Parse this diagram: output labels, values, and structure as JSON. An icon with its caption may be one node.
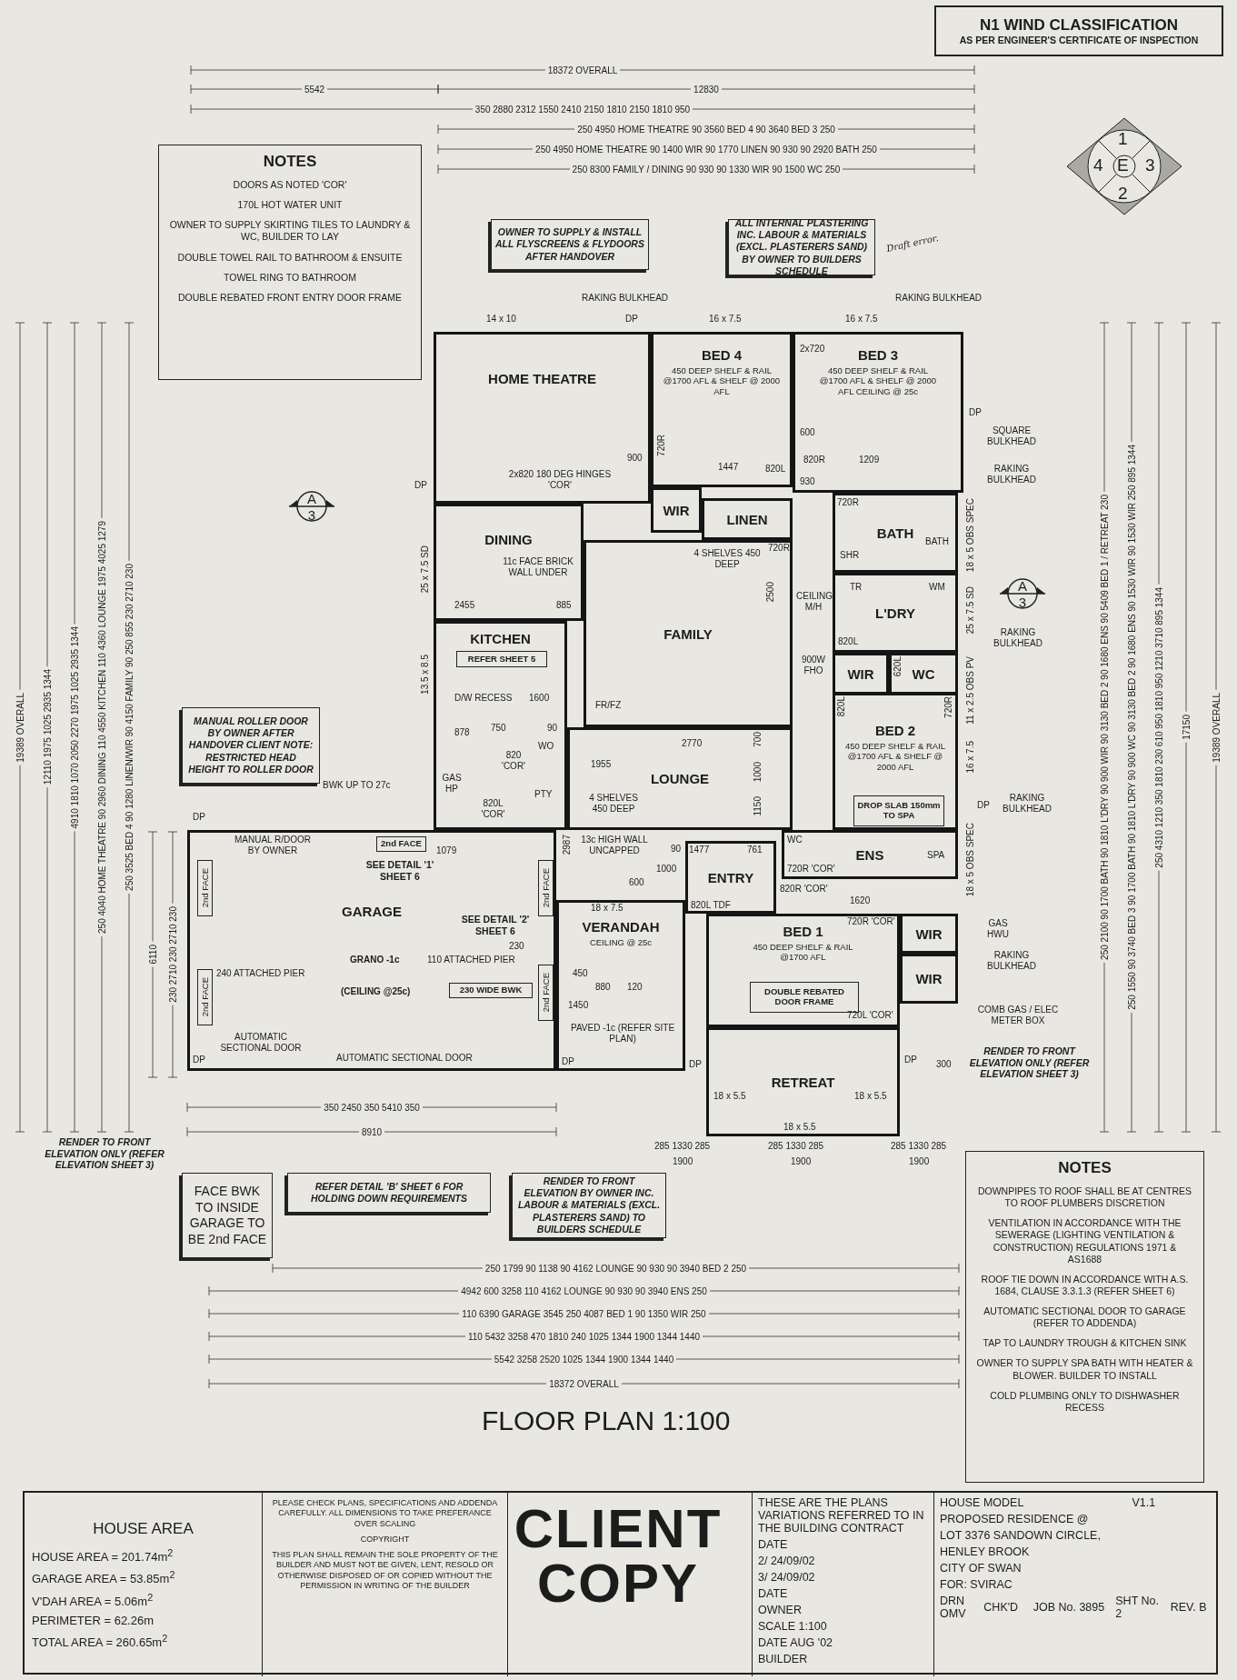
{
  "diagram": {
    "title": "FLOOR PLAN 1:100",
    "nodes": [
      {
        "text": [
          "NOTES",
          "DOORS AS NOTED 'COR'",
          "170L HOT WATER UNIT",
          "OWNER TO SUPPLY SKIRTING TILES TO LAUNDRY & WC, BUILDER TO LAY",
          "DOUBLE TOWEL RAIL TO BATHROOM & ENSUITE",
          "TOWEL RING TO BATHROOM",
          "DOUBLE REBATED FRONT ENTRY DOOR FRAME"
        ]
      },
      {
        "text": [
          "N1 WIND CLASSIFICATION",
          "AS PER ENGINEER'S CERTIFICATE OF INSPECTION"
        ]
      },
      {
        "text": [
          "1",
          "4",
          "E",
          "3",
          "2"
        ]
      },
      {
        "text": [
          "OWNER TO SUPPLY & INSTALL ALL FLYSCREENS & FLYDOORS AFTER HANDOVER"
        ]
      },
      {
        "text": [
          "ALL INTERNAL PLASTERING INC. LABOUR & MATERIALS (EXCL. PLASTERERS SAND) BY OWNER TO BUILDERS SCHEDULE"
        ]
      },
      {
        "text": [
          "A",
          "3"
        ]
      },
      {
        "text": [
          "HOME THEATRE"
        ]
      },
      {
        "text": [
          "BED 4",
          "450 DEEP SHELF & RAIL @1700 AFL & SHELF @ 2000 AFL"
        ]
      },
      {
        "text": [
          "BED 3",
          "450 DEEP SHELF & RAIL @1700 AFL & SHELF @ 2000 AFL CEILING @ 25c"
        ]
      },
      {
        "text": [
          "WIR"
        ]
      },
      {
        "text": [
          "LINEN"
        ]
      },
      {
        "text": [
          "BATH"
        ]
      },
      {
        "text": [
          "DINING"
        ]
      },
      {
        "text": [
          "FAMILY"
        ]
      },
      {
        "text": [
          "KITCHEN"
        ]
      },
      {
        "text": [
          "REFER SHEET 5"
        ],
        "in": 14
      },
      {
        "text": [
          "L'DRY"
        ]
      },
      {
        "text": [
          "A",
          "3"
        ]
      },
      {
        "text": [
          "WIR"
        ]
      },
      {
        "text": [
          "WC"
        ]
      },
      {
        "text": [
          "BED 2",
          "450 DEEP SHELF & RAIL @1700 AFL & SHELF @ 2000 AFL"
        ]
      },
      {
        "text": [
          "DROP SLAB 150mm TO SPA"
        ],
        "in": 20
      },
      {
        "text": [
          "LOUNGE"
        ]
      },
      {
        "text": [
          "MANUAL ROLLER DOOR BY OWNER AFTER HANDOVER CLIENT NOTE: RESTRICTED HEAD HEIGHT TO ROLLER DOOR"
        ]
      },
      {
        "text": [
          "GARAGE"
        ]
      },
      {
        "text": [
          "2nd FACE"
        ],
        "in": 24
      },
      {
        "text": [
          "2nd FACE"
        ],
        "in": 24
      },
      {
        "text": [
          "2nd FACE"
        ],
        "in": 24
      },
      {
        "text": [
          "2nd FACE"
        ],
        "in": 24
      },
      {
        "text": [
          "2nd FACE"
        ],
        "in": 24
      },
      {
        "text": [
          "230 WIDE BWK"
        ],
        "in": 24
      },
      {
        "text": [
          "ENS"
        ]
      },
      {
        "text": [
          "ENTRY"
        ]
      },
      {
        "text": [
          "VERANDAH",
          "CEILING @ 25c"
        ]
      },
      {
        "text": [
          "BED 1",
          "450 DEEP SHELF & RAIL @1700 AFL"
        ]
      },
      {
        "text": [
          "DOUBLE REBATED DOOR FRAME"
        ],
        "in": 34
      },
      {
        "text": [
          "WIR"
        ]
      },
      {
        "text": [
          "WIR"
        ]
      },
      {
        "text": [
          "RETREAT"
        ]
      },
      {
        "text": [
          "FACE BWK TO INSIDE GARAGE TO BE 2nd FACE"
        ]
      },
      {
        "text": [
          "REFER DETAIL 'B' SHEET 6 FOR HOLDING DOWN REQUIREMENTS"
        ]
      },
      {
        "text": [
          "RENDER TO FRONT ELEVATION BY OWNER INC. LABOUR & MATERIALS (EXCL. PLASTERERS SAND) TO BUILDERS SCHEDULE"
        ]
      },
      {
        "text": [
          "NOTES",
          "DOWNPIPES TO ROOF SHALL BE AT CENTRES TO ROOF PLUMBERS DISCRETION",
          "VENTILATION IN ACCORDANCE WITH THE SEWERAGE (LIGHTING VENTILATION & CONSTRUCTION) REGULATIONS 1971 & AS1688",
          "ROOF TIE DOWN IN ACCORDANCE WITH A.S. 1684, CLAUSE 3.3.1.3 (REFER SHEET 6)",
          "AUTOMATIC SECTIONAL DOOR TO GARAGE (REFER TO ADDENDA)",
          "TAP TO LAUNDRY TROUGH & KITCHEN SINK",
          "OWNER TO SUPPLY SPA BATH WITH HEATER & BLOWER. BUILDER TO INSTALL",
          "COLD PLUMBING ONLY TO DISHWASHER RECESS"
        ]
      },
      {
        "text": [],
        "shape": "box"
      },
      {
        "text": [
          "HOUSE AREA",
          "HOUSE AREA = 201.74m$^{2}$",
          "GARAGE AREA = 53.85m$^{2}$",
          "V'DAH AREA = 5.06m$^{2}$",
          "PERIMETER = 62.26m",
          "TOTAL AREA = 260.65m$^{2}$"
        ],
        "in": 43
      },
      {
        "text": [
          "PLEASE CHECK PLANS, SPECIFICATIONS AND ADDENDA CAREFULLY. ALL DIMENSIONS TO TAKE PREFERANCE OVER SCALING",
          "COPYRIGHT",
          "THIS PLAN SHALL REMAIN THE SOLE PROPERTY OF THE BUILDER AND MUST NOT BE GIVEN, LENT, RESOLD OR OTHERWISE DISPOSED OF OR COPIED WITHOUT THE PERMISSION IN WRITING OF THE BUILDER"
        ],
        "in": 43
      },
      {
        "text": [
          "THESE ARE THE PLANS VARIATIONS REFERRED TO IN THE BUILDING CONTRACT",
          "DATE",
          "2/ 24/09/02",
          "3/ 24/09/02",
          "DATE",
          "OWNER",
          "SCALE 1:100",
          "DATE AUG '02",
          "BUILDER"
        ],
        "in": 43
      },
      {
        "text": [
          "HOUSE MODEL",
          "V1.1",
          "PROPOSED RESIDENCE @",
          "LOT 3376 SANDOWN CIRCLE,",
          "HENLEY BROOK",
          "CITY OF SWAN",
          "FOR: SVIRAC",
          "DRN OMV",
          "CHK'D",
          "JOB No. 3895",
          "SHT No. 2",
          "REV. B"
        ],
        "in": 43
      }
    ],
    "labels": [
      "18372 OVERALL",
      "5542",
      "12830",
      "350 2880 2312 1550 2410 2150 1810 2150 1810 950",
      "250 4950 HOME THEATRE 90 3560 BED 4 90 3640 BED 3 250",
      "250 4950 HOME THEATRE 90 1400 WIR 90 1770 LINEN 90 930 90 2920 BATH 250",
      "250 8300 FAMILY / DINING 90 930 90 1330 WIR 90 1500 WC 250",
      "Draft error.",
      "RAKING BULKHEAD",
      "14 x 10",
      "DP",
      "16 x 7.5",
      "RAKING BULKHEAD",
      "16 x 7.5",
      "DP",
      "2x820 180 DEG HINGES 'COR'",
      "900",
      "1447",
      "720R",
      "820L",
      "2x720",
      "600",
      "820R",
      "1209",
      "930",
      "DP",
      "SQUARE BULKHEAD",
      "RAKING BULKHEAD",
      "18 x 5 OBS SPEC",
      "720R",
      "SHR",
      "BATH",
      "720R",
      "4 SHELVES 450 DEEP",
      "11c FACE BRICK WALL UNDER",
      "2455",
      "885",
      "2500",
      "CEILING M/H",
      "900W FHO",
      "D/W RECESS",
      "GAS HP",
      "878",
      "750",
      "1600",
      "90",
      "820 'COR'",
      "FR/FZ",
      "WO",
      "PTY",
      "820L 'COR'",
      "4 SHELVES 450 DEEP",
      "1955",
      "2770",
      "700",
      "1000",
      "1150",
      "2987",
      "13c HIGH WALL UNCAPPED",
      "600",
      "1000",
      "90",
      "1477",
      "761",
      "820R 'COR'",
      "1620",
      "820L TDF",
      "WC",
      "720R 'COR'",
      "SPA",
      "RAKING BULKHEAD",
      "25 x 7.5 SD",
      "11 x 2.5 OBS PV",
      "16 x 7.5",
      "DP",
      "RAKING BULKHEAD",
      "18 x 5 OBS SPEC",
      "TR",
      "WM",
      "820L",
      "620L",
      "820L",
      "720R",
      "720R 'COR'",
      "720L 'COR'",
      "DP",
      "DP",
      "18 x 5.5",
      "18 x 5.5",
      "18 x 5.5",
      "285 1330 285",
      "1900",
      "285 1330 285",
      "1900",
      "285 1330 285",
      "1900",
      "300",
      "GAS HWU",
      "RAKING BULKHEAD",
      "COMB GAS / ELEC METER BOX",
      "RENDER TO FRONT ELEVATION ONLY (REFER ELEVATION SHEET 3)",
      "18 x 7.5",
      "450",
      "880",
      "120",
      "1450",
      "PAVED -1c (REFER SITE PLAN)",
      "DP",
      "DP",
      "MANUAL R/DOOR BY OWNER",
      "BWK UP TO 27c",
      "SEE DETAIL '1' SHEET 6",
      "1079",
      "SEE DETAIL '2' SHEET 6",
      "GRANO -1c",
      "240 ATTACHED PIER",
      "110 ATTACHED PIER",
      "230",
      "(CEILING @25c)",
      "AUTOMATIC SECTIONAL DOOR",
      "DP",
      "AUTOMATIC SECTIONAL DOOR",
      "25 x 7.5 SD",
      "13.5 x 8.5",
      "350 2450 350 5410 350",
      "8910",
      "RENDER TO FRONT ELEVATION ONLY (REFER ELEVATION SHEET 3)",
      "250 1799 90 1138 90 4162 LOUNGE 90 930 90 3940 BED 2 250",
      "4942 600 3258 110 4162 LOUNGE 90 930 90 3940 ENS 250",
      "110 6390 GARAGE 3545 250 4087 BED 1 90 1350 WIR 250",
      "110 5432 3258 470 1810 240 1025 1344 1900 1344 1440",
      "5542 3258 2520 1025 1344 1900 1344 1440",
      "18372 OVERALL",
      "19389 OVERALL",
      "12110 1975 1025 2935 1344",
      "4910 1810 1070 2050 2270 1975 1025 2935 1344",
      "250 4040 HOME THEATRE 90 2960 DINING 110 4550 KITCHEN 110 4360 LOUNGE 1975 4025 1279",
      "250 3525 BED 4 90 1280 LINEN/WIR 90 4150 FAMILY 90 250 855 230 2710 230",
      "6110",
      "230 2710 230 2710 230",
      "250 2100 90 1700 BATH 90 1810 L'DRY 90 900 WIR 90 3130 BED 2 90 1680 ENS 90 5409 BED 1 / RETREAT 230",
      "250 1550 90 3740 BED 3 90 1700 BATH 90 1810 L'DRY 90 900 WC 90 3130 BED 2 90 1680 ENS 90 1530 WIR 90 1530 WIR 250 895 1344",
      "250 4310 1210 350 1810 230 610 950 1810 950 1210 3710 895 1344",
      "17150",
      "19389 OVERALL",
      "CLIENT COPY"
    ]
  }
}
